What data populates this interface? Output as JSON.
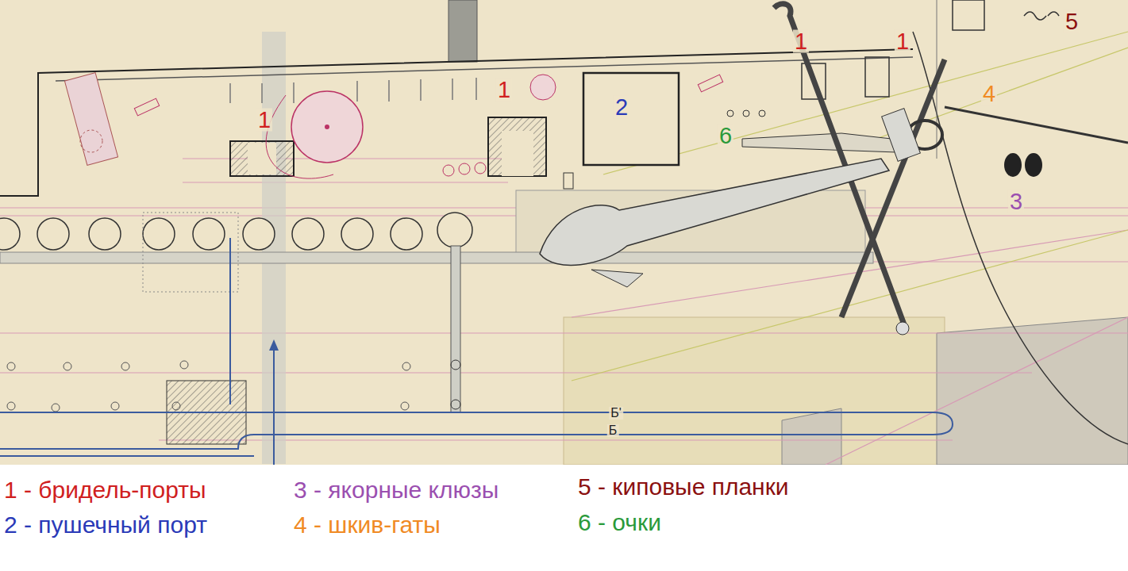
{
  "diagram": {
    "labels": [
      "1",
      "1",
      "1",
      "1",
      "2",
      "6",
      "4",
      "3",
      "5",
      "Б'",
      "Б"
    ],
    "legend": [
      {
        "text": "1 - бридель-порты"
      },
      {
        "text": "2 - пушечный порт"
      },
      {
        "text": "3 - якорные клюзы"
      },
      {
        "text": "4 - шкив-гаты"
      },
      {
        "text": "5 - киповые планки"
      },
      {
        "text": "6 - очки"
      }
    ]
  }
}
